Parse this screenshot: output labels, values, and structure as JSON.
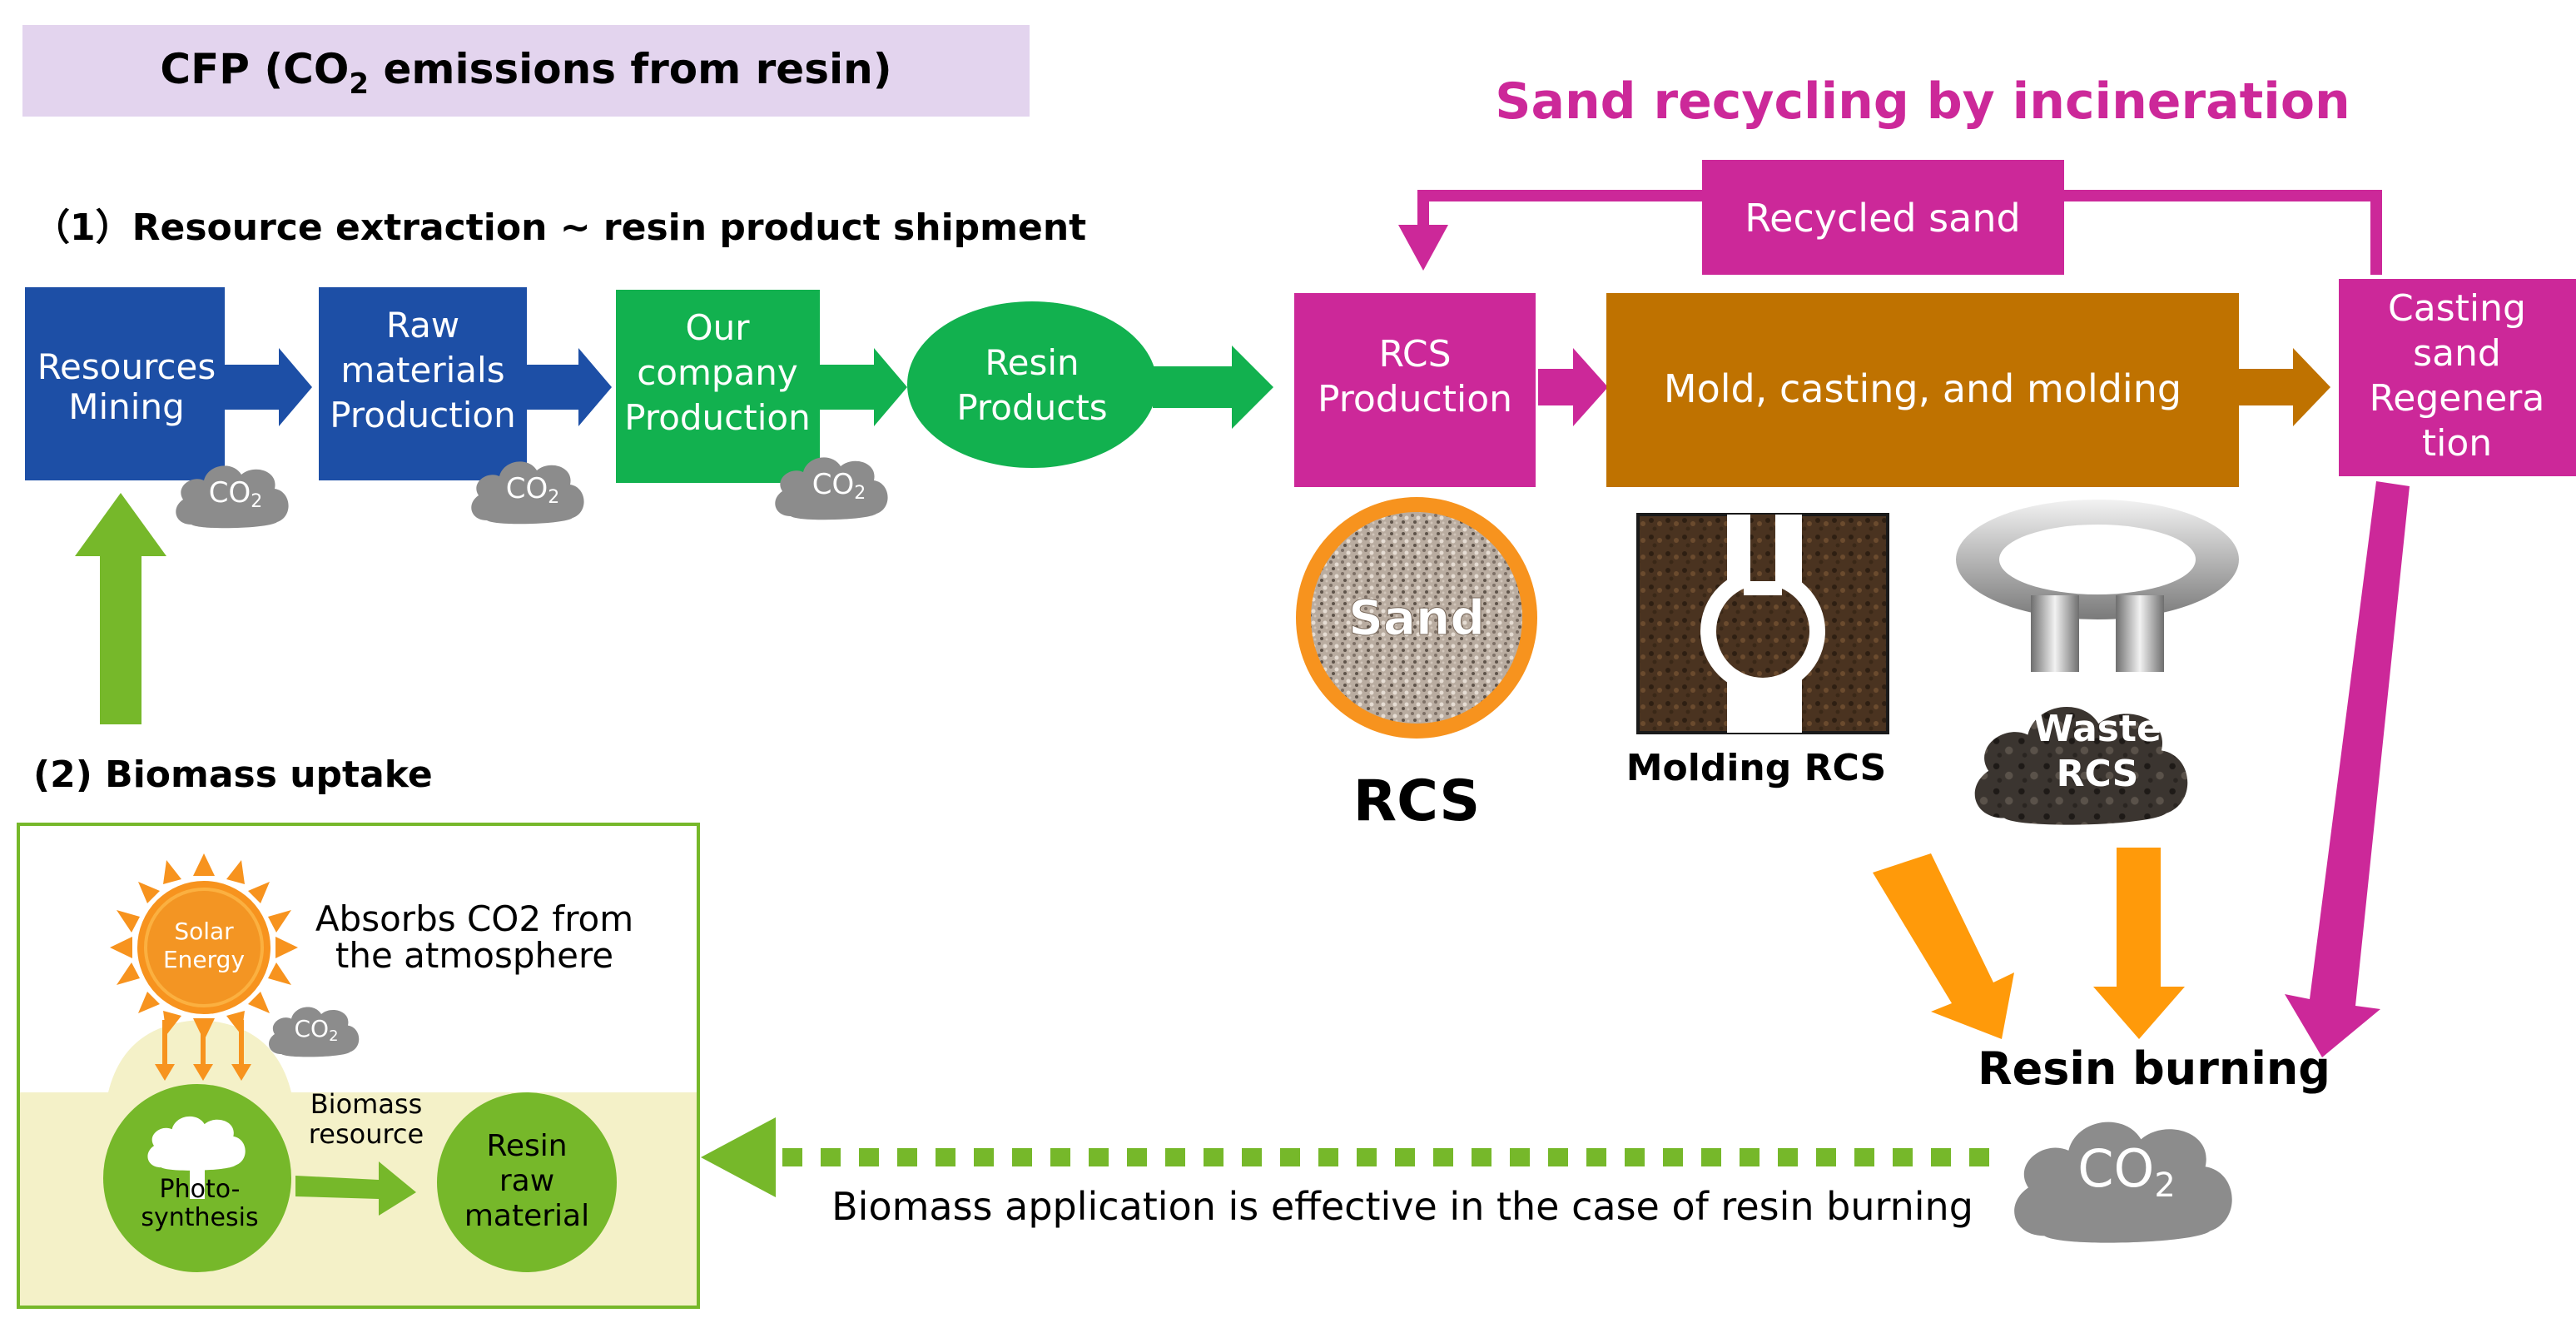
{
  "title": {
    "main": "CFP (CO",
    "sub": "2",
    "rest": " emissions from resin)"
  },
  "recycling_title": "Sand recycling by incineration",
  "recycled_sand": "Recycled sand",
  "section1": "（1）Resource extraction ~ resin product shipment",
  "section2": "(2) Biomass uptake",
  "flow": {
    "resources": [
      "Resources",
      "Mining"
    ],
    "raw_materials": [
      "Raw",
      "materials",
      "Production"
    ],
    "our_company": [
      "Our",
      "company",
      "Production"
    ],
    "resin_products": [
      "Resin",
      "Products"
    ],
    "rcs_production": [
      "RCS",
      "Production"
    ],
    "mold": "Mold, casting, and molding",
    "casting_sand": [
      "Casting",
      "sand",
      "Regenera",
      "tion"
    ]
  },
  "co2": {
    "base": "CO",
    "sub": "2"
  },
  "sand_label": "Sand",
  "rcs_label": "RCS",
  "molding_rcs": "Molding RCS",
  "waste_rcs": [
    "Waste",
    "RCS"
  ],
  "resin_burning": "Resin burning",
  "bottom_note": "Biomass application is effective in the case of resin burning",
  "biomass_box": {
    "solar": [
      "Solar",
      "Energy"
    ],
    "absorbs": [
      "Absorbs CO2 from",
      "the atmosphere"
    ],
    "photo": [
      "Photo-",
      "synthesis"
    ],
    "biomass_resource": [
      "Biomass",
      "resource"
    ],
    "resin_raw": [
      "Resin",
      "raw",
      "material"
    ]
  },
  "colors": {
    "blue": "#1d4fa6",
    "green": "#12b14f",
    "magenta": "#cc2899",
    "brown": "#bf7200",
    "orange": "#ff9a0a",
    "lime": "#76b82a",
    "grey_cloud": "#8c8c8c",
    "title_bg": "#e3d4ee"
  }
}
